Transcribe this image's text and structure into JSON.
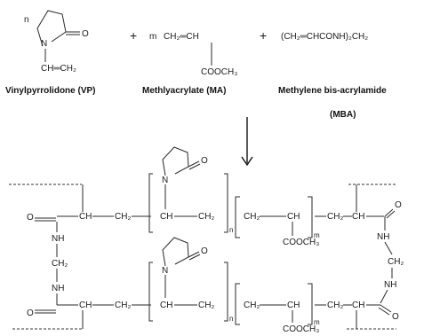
{
  "monomers": {
    "vp": {
      "coef": "n",
      "ring_n": "N",
      "ring_o": "O",
      "vinyl": "CH═CH₂",
      "name": "Vinylpyrrolidone (VP)"
    },
    "plus_1": "+",
    "ma": {
      "coef": "m",
      "formula": "CH₂═CH",
      "ester": "COOCH₃",
      "name": "Methlyacrylate (MA)"
    },
    "plus_2": "+",
    "mba": {
      "formula": "(CH₂═CHCONH)₂CH₂",
      "name_line1": "Methylene bis-acrylamide",
      "name_line2": "(MBA)"
    }
  },
  "polymer": {
    "upper": {
      "o_left": "O",
      "ch_1": "CH",
      "ch2_1": "CH₂",
      "ring_n": "N",
      "ring_o": "O",
      "ch_vp": "CH",
      "ch2_vp": "CH₂",
      "sub_n": "n",
      "ch2_ma": "CH₂",
      "ch_ma": "CH",
      "sub_m": "m",
      "ch2_r": "CH₂",
      "ch_r": "CH",
      "o_right": "O",
      "ester": "COOCH₃"
    },
    "link_left": {
      "nh_top": "NH",
      "ch2": "CH₂",
      "nh_bot": "NH"
    },
    "link_right": {
      "nh_top": "NH",
      "ch2": "CH₂",
      "nh_bot": "NH"
    },
    "lower": {
      "o_left": "O",
      "ch_1": "CH",
      "ch2_1": "CH₂",
      "ring_n": "N",
      "ring_o": "O",
      "ch_vp": "CH",
      "ch2_vp": "CH₂",
      "sub_n": "n",
      "ch2_ma": "CH₂",
      "ch_ma": "CH",
      "sub_m": "m",
      "ch2_r": "CH₂",
      "ch_r": "CH",
      "o_right": "O",
      "ester": "COOCH₃"
    }
  }
}
